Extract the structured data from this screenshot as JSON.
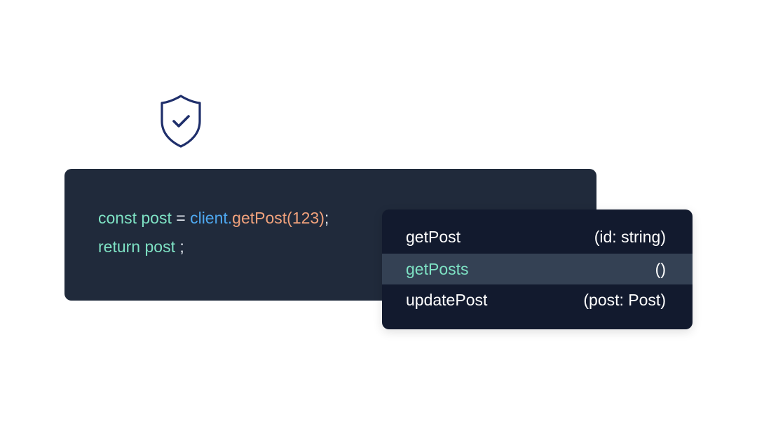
{
  "colors": {
    "shield_stroke": "#1f2f6b",
    "code_bg": "#202a3b",
    "popup_bg": "#121a2e",
    "popup_selected_bg": "#344154",
    "keyword": "#7ee2c4",
    "object": "#4ea8f0",
    "call": "#f1a27c"
  },
  "icon": {
    "name": "shield-check-icon"
  },
  "code": {
    "line1": {
      "kw": "const",
      "var": "post",
      "op": "=",
      "obj": "client.",
      "call": "getPost(123)",
      "end": ";"
    },
    "line2": {
      "kw": "return",
      "var": "post",
      "end": ";"
    }
  },
  "autocomplete": {
    "items": [
      {
        "name": "getPost",
        "signature": "(id: string)"
      },
      {
        "name": "getPosts",
        "signature": "()"
      },
      {
        "name": "updatePost",
        "signature": "(post: Post)"
      }
    ],
    "selected_index": 1
  }
}
